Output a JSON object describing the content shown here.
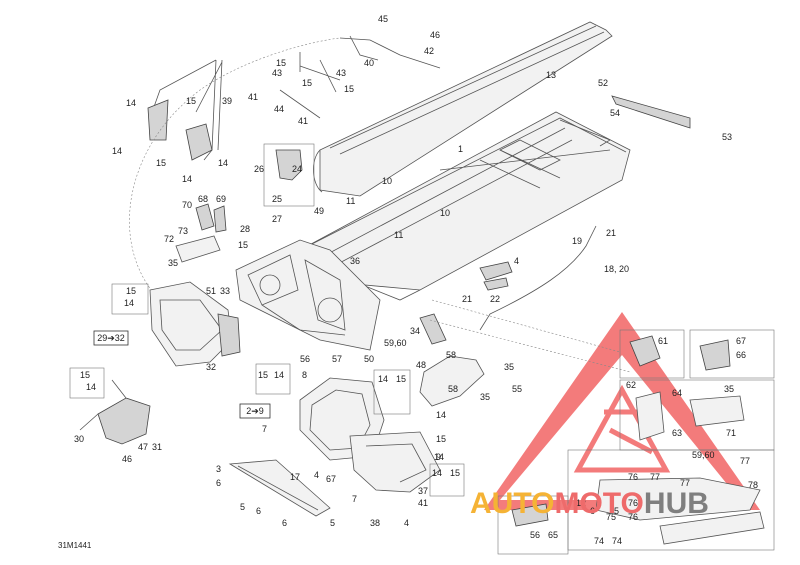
{
  "diagram": {
    "code": "31M1441",
    "box_labels": {
      "b29_32": "29➔32",
      "b2_9": "2➔9"
    },
    "labels": [
      {
        "id": "45",
        "text": "45"
      },
      {
        "id": "46",
        "text": "46"
      },
      {
        "id": "42",
        "text": "42"
      },
      {
        "id": "40",
        "text": "40"
      },
      {
        "id": "15a",
        "text": "15"
      },
      {
        "id": "43a",
        "text": "43"
      },
      {
        "id": "43b",
        "text": "43"
      },
      {
        "id": "15b",
        "text": "15"
      },
      {
        "id": "15c",
        "text": "15"
      },
      {
        "id": "41a",
        "text": "41"
      },
      {
        "id": "44",
        "text": "44"
      },
      {
        "id": "41b",
        "text": "41"
      },
      {
        "id": "13",
        "text": "13"
      },
      {
        "id": "52",
        "text": "52"
      },
      {
        "id": "54",
        "text": "54"
      },
      {
        "id": "53",
        "text": "53"
      },
      {
        "id": "1",
        "text": "1"
      },
      {
        "id": "39",
        "text": "39"
      },
      {
        "id": "14a",
        "text": "14"
      },
      {
        "id": "15d",
        "text": "15"
      },
      {
        "id": "14b",
        "text": "14"
      },
      {
        "id": "15e",
        "text": "15"
      },
      {
        "id": "14c",
        "text": "14"
      },
      {
        "id": "14d",
        "text": "14"
      },
      {
        "id": "26",
        "text": "26"
      },
      {
        "id": "24",
        "text": "24"
      },
      {
        "id": "25",
        "text": "25"
      },
      {
        "id": "10a",
        "text": "10"
      },
      {
        "id": "11a",
        "text": "11"
      },
      {
        "id": "10b",
        "text": "10"
      },
      {
        "id": "68",
        "text": "68"
      },
      {
        "id": "69",
        "text": "69"
      },
      {
        "id": "70",
        "text": "70"
      },
      {
        "id": "73",
        "text": "73"
      },
      {
        "id": "72",
        "text": "72"
      },
      {
        "id": "27",
        "text": "27"
      },
      {
        "id": "49",
        "text": "49"
      },
      {
        "id": "28",
        "text": "28"
      },
      {
        "id": "11b",
        "text": "11"
      },
      {
        "id": "19",
        "text": "19"
      },
      {
        "id": "21a",
        "text": "21"
      },
      {
        "id": "15f",
        "text": "15"
      },
      {
        "id": "35a",
        "text": "35"
      },
      {
        "id": "36",
        "text": "36"
      },
      {
        "id": "4a",
        "text": "4"
      },
      {
        "id": "18_20",
        "text": "18, 20"
      },
      {
        "id": "15g",
        "text": "15"
      },
      {
        "id": "14e",
        "text": "14"
      },
      {
        "id": "51",
        "text": "51"
      },
      {
        "id": "33",
        "text": "33"
      },
      {
        "id": "22",
        "text": "22"
      },
      {
        "id": "21b",
        "text": "21"
      },
      {
        "id": "34",
        "text": "34"
      },
      {
        "id": "59_60a",
        "text": "59,60"
      },
      {
        "id": "61",
        "text": "61"
      },
      {
        "id": "67a",
        "text": "67"
      },
      {
        "id": "66",
        "text": "66"
      },
      {
        "id": "32",
        "text": "32"
      },
      {
        "id": "56a",
        "text": "56"
      },
      {
        "id": "57",
        "text": "57"
      },
      {
        "id": "50",
        "text": "50"
      },
      {
        "id": "48",
        "text": "48"
      },
      {
        "id": "58a",
        "text": "58"
      },
      {
        "id": "35b",
        "text": "35"
      },
      {
        "id": "55",
        "text": "55"
      },
      {
        "id": "58b",
        "text": "58"
      },
      {
        "id": "35c",
        "text": "35"
      },
      {
        "id": "62",
        "text": "62"
      },
      {
        "id": "64",
        "text": "64"
      },
      {
        "id": "35d",
        "text": "35"
      },
      {
        "id": "63",
        "text": "63"
      },
      {
        "id": "71",
        "text": "71"
      },
      {
        "id": "15h",
        "text": "15"
      },
      {
        "id": "14f",
        "text": "14"
      },
      {
        "id": "15i",
        "text": "15"
      },
      {
        "id": "14g",
        "text": "14"
      },
      {
        "id": "8",
        "text": "8"
      },
      {
        "id": "14h",
        "text": "14"
      },
      {
        "id": "15j",
        "text": "15"
      },
      {
        "id": "14i",
        "text": "14"
      },
      {
        "id": "15k",
        "text": "15"
      },
      {
        "id": "14j",
        "text": "14"
      },
      {
        "id": "7a",
        "text": "7"
      },
      {
        "id": "9",
        "text": "9"
      },
      {
        "id": "30",
        "text": "30"
      },
      {
        "id": "47",
        "text": "47"
      },
      {
        "id": "31",
        "text": "31"
      },
      {
        "id": "46b",
        "text": "46"
      },
      {
        "id": "3",
        "text": "3"
      },
      {
        "id": "17",
        "text": "17"
      },
      {
        "id": "6a",
        "text": "6"
      },
      {
        "id": "5a",
        "text": "5"
      },
      {
        "id": "6b",
        "text": "6"
      },
      {
        "id": "4b",
        "text": "4"
      },
      {
        "id": "67b",
        "text": "67"
      },
      {
        "id": "14k",
        "text": "14"
      },
      {
        "id": "15l",
        "text": "15"
      },
      {
        "id": "7b",
        "text": "7"
      },
      {
        "id": "37",
        "text": "37"
      },
      {
        "id": "41c",
        "text": "41"
      },
      {
        "id": "6c",
        "text": "6"
      },
      {
        "id": "5b",
        "text": "5"
      },
      {
        "id": "38",
        "text": "38"
      },
      {
        "id": "4c",
        "text": "4"
      },
      {
        "id": "59_60b",
        "text": "59,60"
      },
      {
        "id": "77a",
        "text": "77"
      },
      {
        "id": "76a",
        "text": "76"
      },
      {
        "id": "77b",
        "text": "77"
      },
      {
        "id": "77c",
        "text": "77"
      },
      {
        "id": "12",
        "text": "12"
      },
      {
        "id": "76b",
        "text": "76"
      },
      {
        "id": "76c",
        "text": "76"
      },
      {
        "id": "75",
        "text": "75"
      },
      {
        "id": "74a",
        "text": "74"
      },
      {
        "id": "74b",
        "text": "74"
      },
      {
        "id": "56b",
        "text": "56"
      },
      {
        "id": "65",
        "text": "65"
      },
      {
        "id": "78",
        "text": "78"
      },
      {
        "id": "5c",
        "text": "5"
      },
      {
        "id": "6d",
        "text": "6"
      }
    ]
  },
  "watermark": {
    "text_auto": "AUTO",
    "text_moto": "MOTO",
    "text_hub": "HUB",
    "color_auto": "#f5b335",
    "color_moto": "#ee6b6b",
    "color_hub": "#7f7f7f",
    "triangle_color": "#f05050"
  }
}
